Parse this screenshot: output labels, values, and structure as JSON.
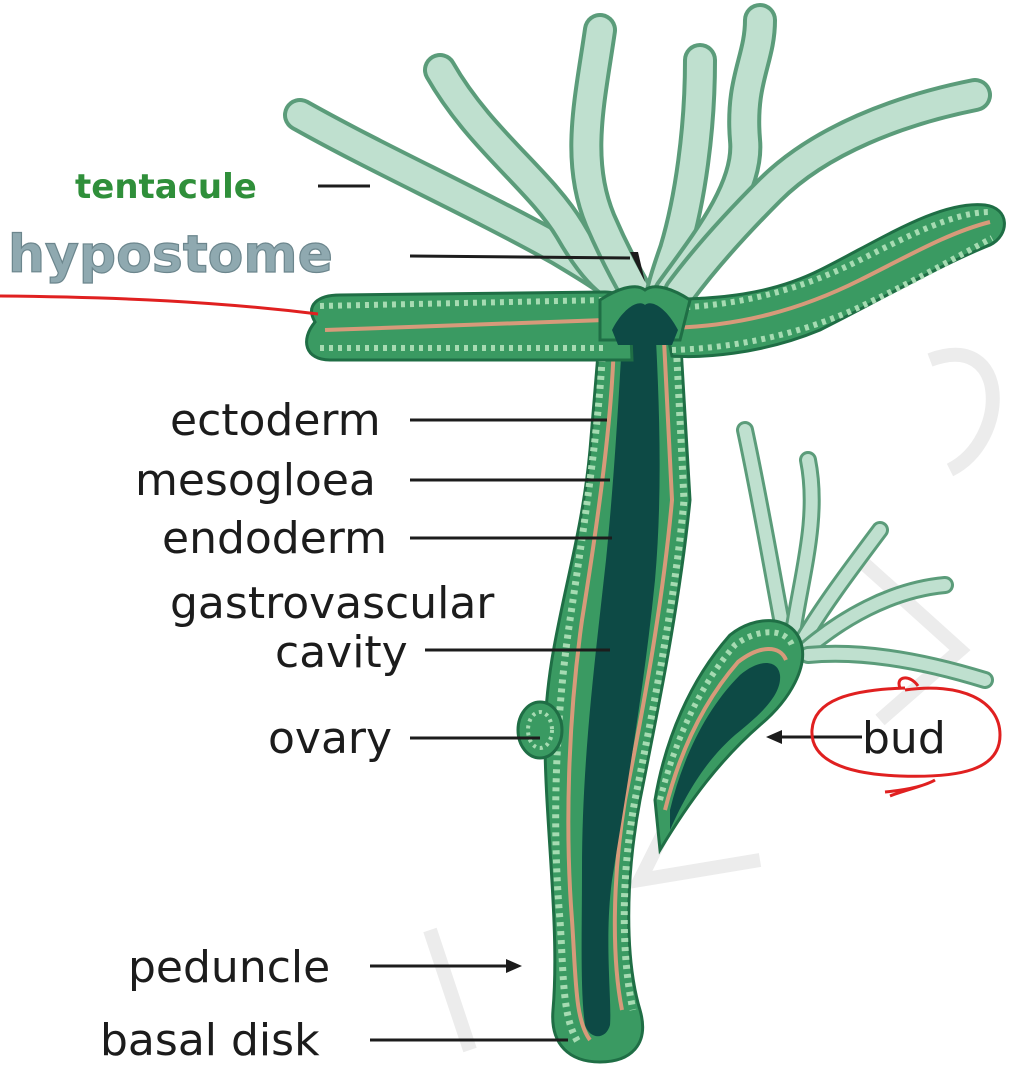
{
  "labels": {
    "tentacule": "tentacule",
    "hypostome": "hypostome",
    "ectoderm": "ectoderm",
    "mesogloea": "mesogloea",
    "endoderm": "endoderm",
    "gastrovascular": "gastrovascular",
    "cavity": "cavity",
    "ovary": "ovary",
    "bud": "bud",
    "peduncle": "peduncle",
    "basal_disk": "basal disk"
  },
  "colors": {
    "body_wall": "#2f8f55",
    "cavity": "#0d4a45",
    "tentacle": "#bfe0cf",
    "mesogloea": "#d79a7a",
    "annotation": "#e02020"
  }
}
